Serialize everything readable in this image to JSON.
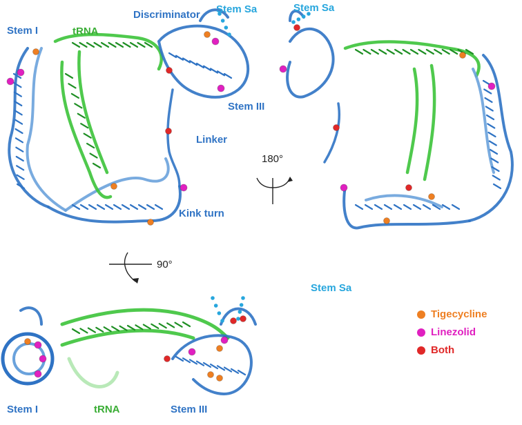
{
  "labels": {
    "top_left": {
      "stem_i": "Stem I",
      "trna": "tRNA",
      "discriminator": "Discriminator",
      "stem_sa": "Stem Sa",
      "stem_iii": "Stem III",
      "linker": "Linker",
      "kink_turn": "Kink turn"
    },
    "top_right": {
      "stem_sa": "Stem Sa"
    },
    "bottom": {
      "stem_sa": "Stem Sa",
      "stem_i": "Stem I",
      "trna": "tRNA",
      "stem_iii": "Stem III"
    }
  },
  "rotations": {
    "vertical": "180°",
    "horizontal": "90°"
  },
  "legend": [
    {
      "label": "Tigecycline",
      "color": "#ee7f22"
    },
    {
      "label": "Linezolid",
      "color": "#e020c0"
    },
    {
      "label": "Both",
      "color": "#e02828"
    }
  ],
  "colors": {
    "rna_blue": "#2f73c4",
    "rna_light_blue": "#6aa2dc",
    "trna_green": "#3cc33a",
    "trna_dark_green": "#1f8f24",
    "stem_sa_cyan": "#27a6dd"
  }
}
